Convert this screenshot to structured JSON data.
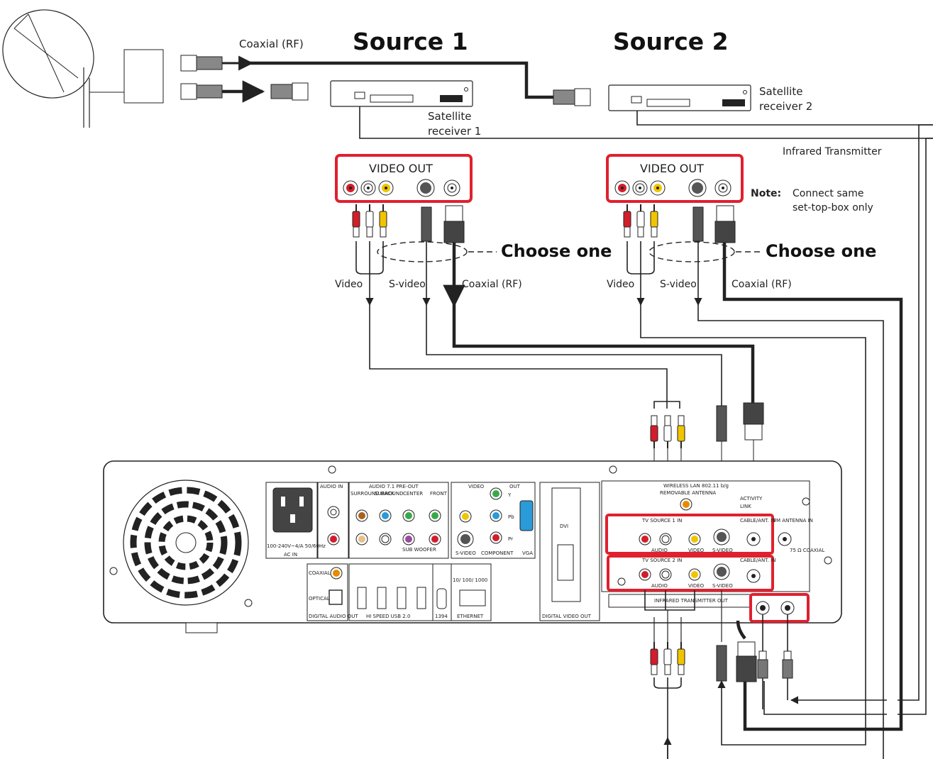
{
  "sources": {
    "source1_title": "Source 1",
    "source2_title": "Source 2"
  },
  "devices": {
    "satellite_receiver_1": [
      "Satellite",
      "receiver 1"
    ],
    "satellite_receiver_2": [
      "Satellite",
      "receiver 2"
    ],
    "coaxial_top": "Coaxial (RF)",
    "infrared_transmitter": "Infrared Transmitter"
  },
  "video_out_label": "VIDEO OUT",
  "note": {
    "bold": "Note:",
    "line1": "Connect same",
    "line2": "set-top-box only"
  },
  "choose_one": "Choose one",
  "cable_labels": {
    "video": "Video",
    "svideo": "S-video",
    "coax": "Coaxial (RF)"
  },
  "back_panel": {
    "audio_in": "AUDIO IN",
    "audio_71": "AUDIO 7.1 PRE-OUT",
    "surround_back": "SURROUND BACK",
    "surround": "SURROUND",
    "center": "CENTER",
    "front": "FRONT",
    "sub_woofer": "SUB WOOFER",
    "video": "VIDEO",
    "out": "OUT",
    "y": "Y",
    "pb": "Pb",
    "pr": "Pr",
    "svideo": "S-VIDEO",
    "component": "COMPONENT",
    "vga": "VGA",
    "power_rating": "100-240V~4/A 50/60Hz",
    "ac_in": "AC IN",
    "coaxial": "COAXIAL",
    "optical": "OPTICAL",
    "digital_audio": "DIGITAL AUDIO OUT",
    "usb": "HI SPEED USB 2.0",
    "ieee1394": "1394",
    "ethernet": "ETHERNET",
    "ethernet_speed": "10/ 100/ 1000",
    "dvi": "DVI",
    "digital_video_out": "DIGITAL VIDEO OUT",
    "wireless_lan": "WIRELESS LAN  802.11 b/g",
    "removable_antenna": "REMOVABLE ANTENNA",
    "activity": "ACTIVITY",
    "link": "LINK",
    "tv_source_1": "TV SOURCE  1  IN",
    "tv_source_2": "TV SOURCE  2  IN",
    "audio": "AUDIO",
    "cable_ant_in": "CABLE/ANT. IN",
    "fm_antenna_in": "FM ANTENNA IN",
    "coaxial_75": "75 Ω COAXIAL",
    "ir_out": "INFRARED TRANSMITTER OUT"
  },
  "colors": {
    "highlight_red": "#e0202e",
    "jack_red": "#d21e2a",
    "jack_yellow": "#f0c400",
    "jack_orange": "#e88a00",
    "jack_green": "#3aa84a",
    "jack_blue": "#2a9ad8",
    "jack_purple": "#9a4aa0",
    "jack_brown": "#a8621e"
  }
}
